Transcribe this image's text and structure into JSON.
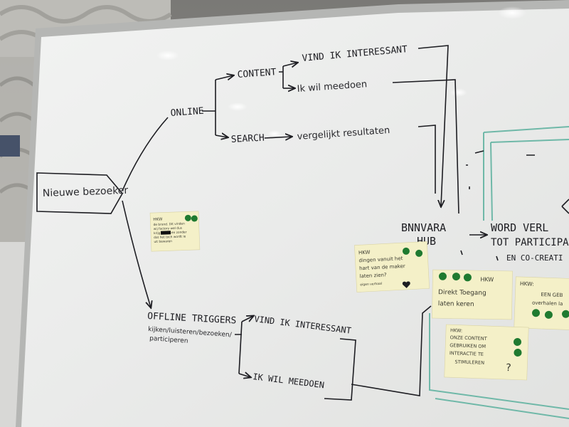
{
  "board": {
    "start_node": "Nieuwe bezoeker",
    "online": "ONLINE",
    "content": "CONTENT",
    "search": "SEARCH",
    "vind_ik_interessant_top": "VIND IK INTERESSANT",
    "ik_wil_meedoen_top": "Ik wil meedoen",
    "vergelijkt_resultaten": "vergelijkt resultaten",
    "offline_triggers": "OFFLINE TRIGGERS",
    "offline_sub_1": "kijken/luisteren/bezoeken/",
    "offline_sub_2": "participeren",
    "vind_ik_interessant_bottom": "VIND IK INTERESSANT",
    "ik_wil_meedoen_bottom": "IK WIL MEEDOEN",
    "hub_line1": "BNNVARA",
    "hub_line2": "HUB",
    "word_line1": "WORD VERL",
    "word_line2": "TOT PARTICIPA",
    "word_line3": "EN CO-CREATI"
  },
  "sticky_notes": {
    "note1": {
      "line1": "HKW",
      "line2": "de brand. Dit vinden",
      "line3": "wij factory wel dus",
      "line4": "krijg ... zijn en zonder",
      "line5": "dat het toch wordt ie",
      "line6": "uit bewaren"
    },
    "note2": {
      "line1": "HKW",
      "line2": "dingen vanuit het",
      "line3": "hart van de maker",
      "line4": "laten zien?",
      "line5": "eigen verhaal"
    },
    "note3": {
      "line1": "HKW",
      "line2": "Direkt Toegang",
      "line3": "laten keren"
    },
    "note4": {
      "line1": "HKW:",
      "line2": "EEN GEB",
      "line3": "overhalen la"
    },
    "note5": {
      "line1": "HKW:",
      "line2": "ONZE CONTENT",
      "line3": "GEBRUIKEN OM",
      "line4": "INTERACTIE TE",
      "line5": "STIMULEREN",
      "line6": "?"
    }
  },
  "colors": {
    "board": "#eceded",
    "marker": "#1d1d22",
    "teal_marker": "#6fb8a8",
    "sticky": "#f4f0c8",
    "dot": "#1f7a30"
  }
}
